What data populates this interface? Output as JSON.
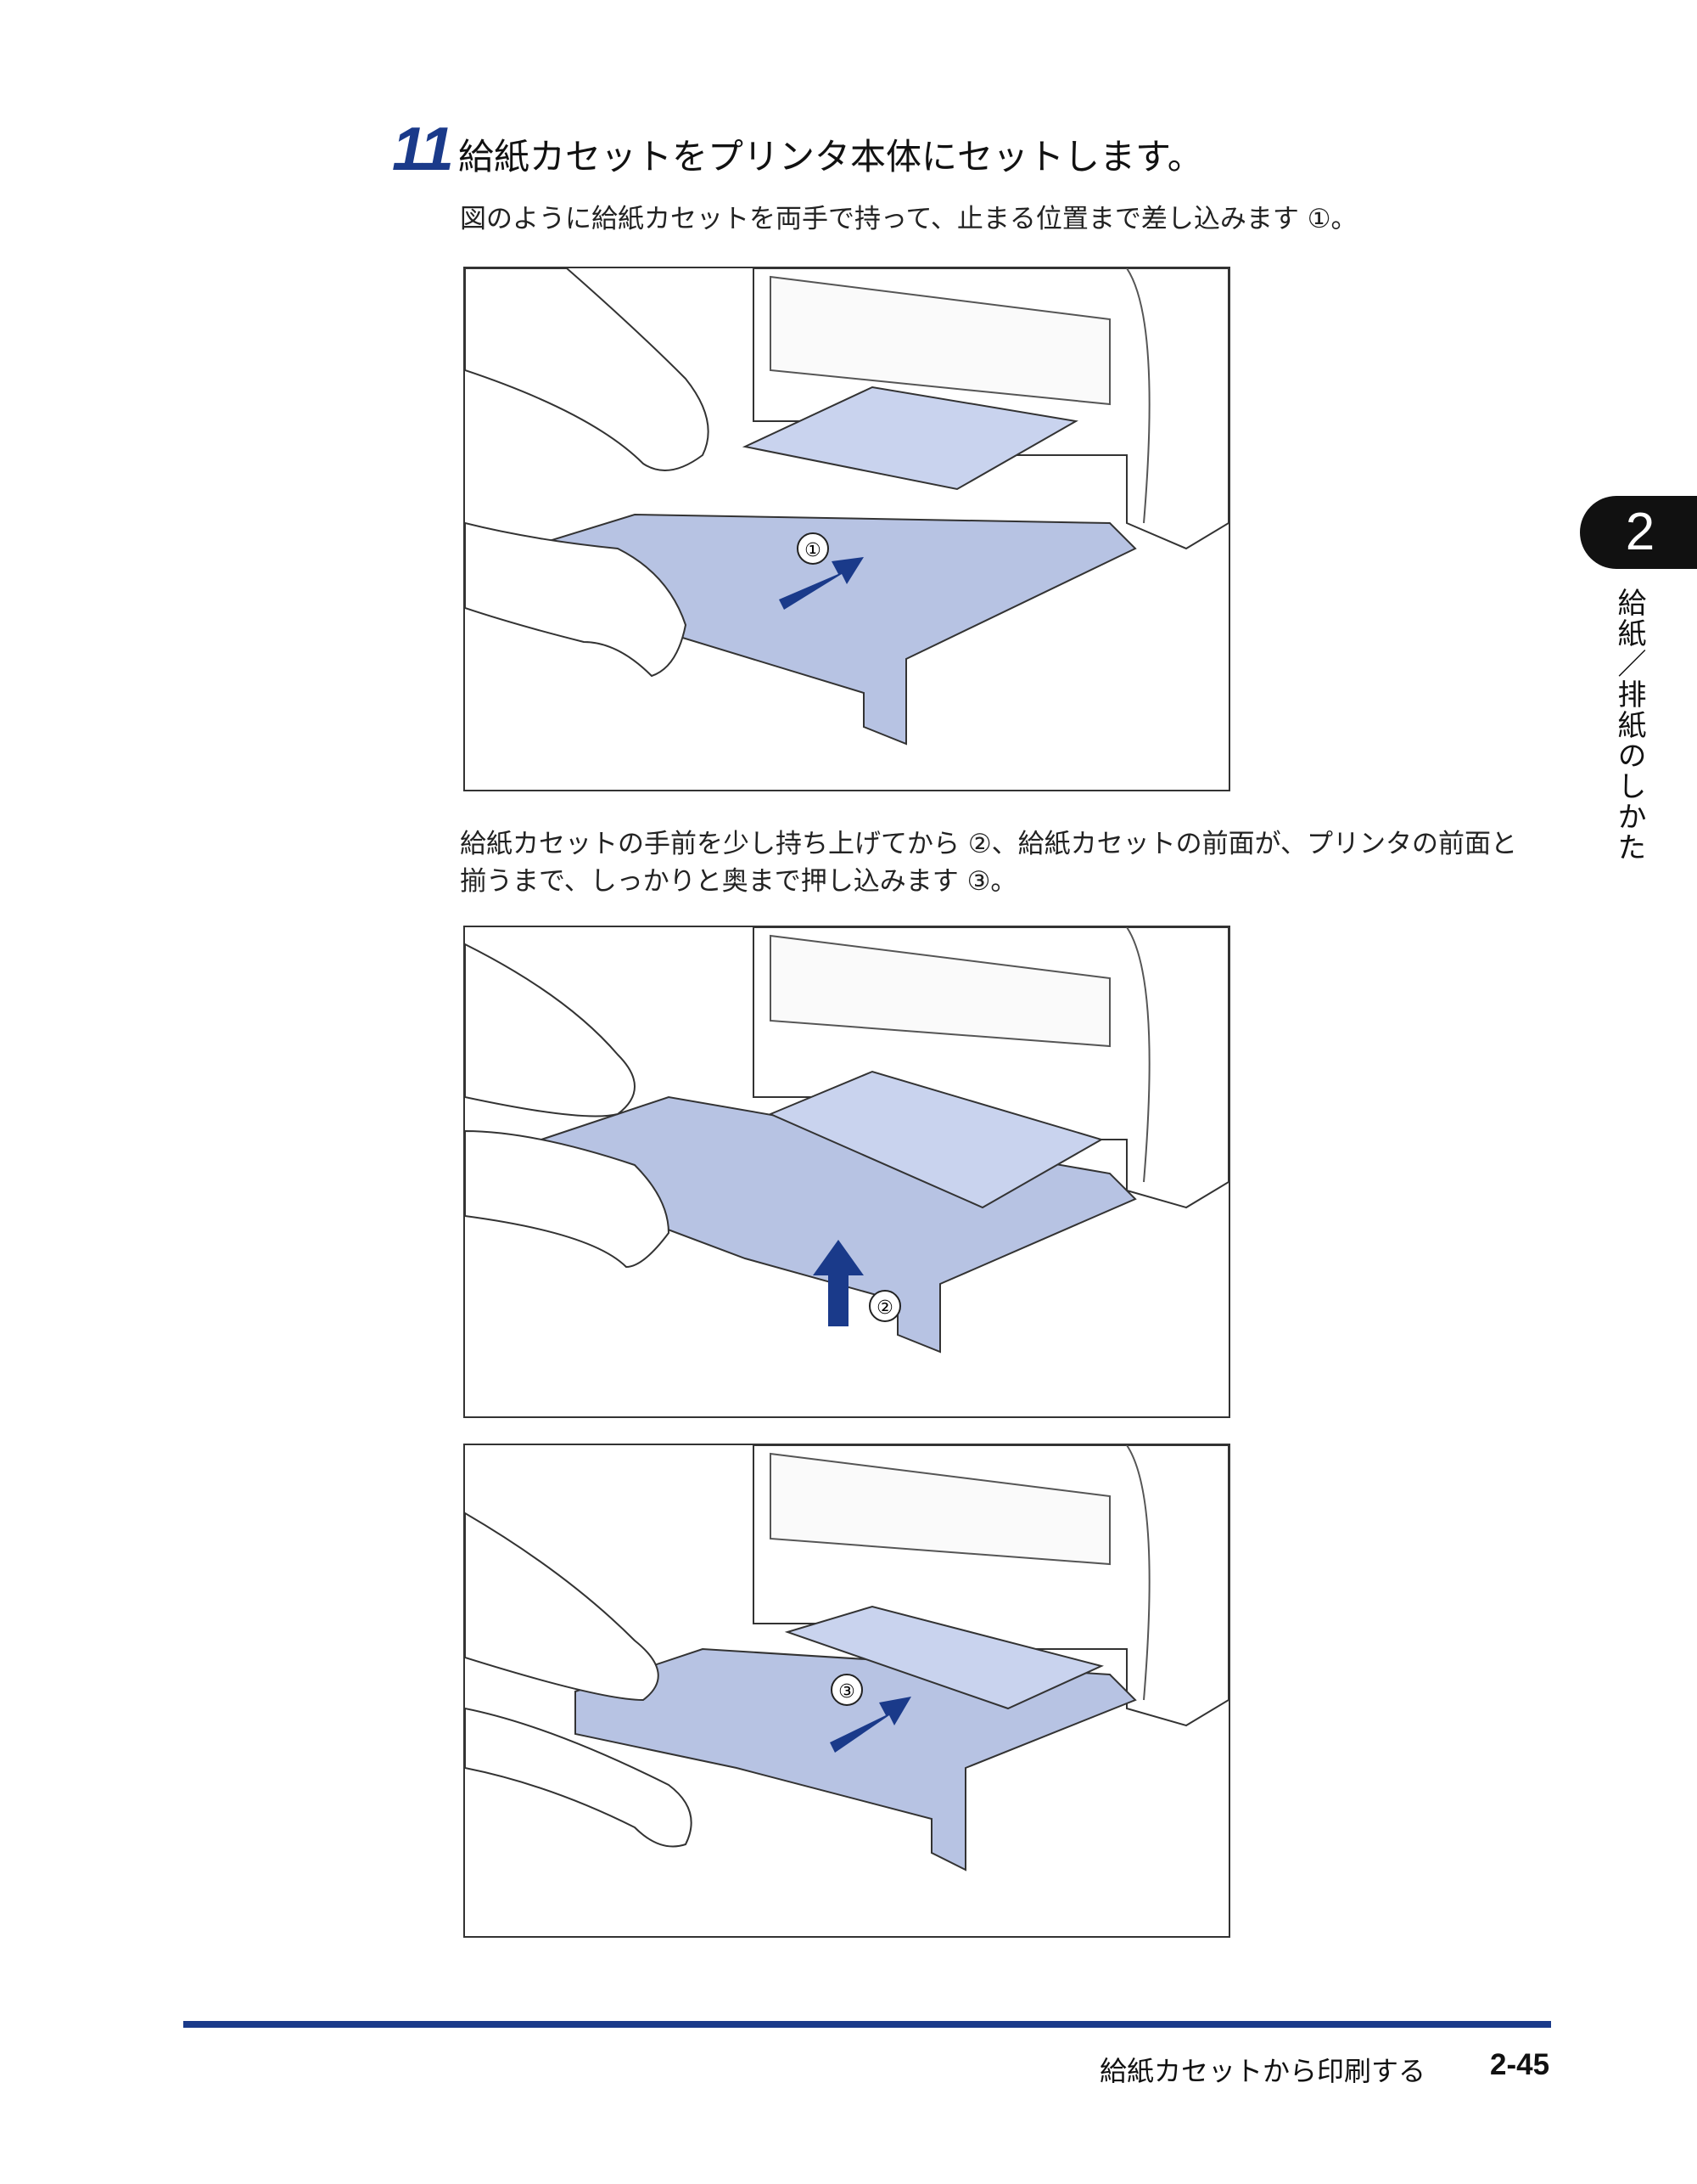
{
  "step": {
    "number": "11",
    "title": "給紙カセットをプリンタ本体にセットします。"
  },
  "paragraphs": [
    "図のように給紙カセットを両手で持って、止まる位置まで差し込みます ①。",
    "給紙カセットの手前を少し持ち上げてから ②、給紙カセットの前面が、プリンタの前面と",
    "揃うまで、しっかりと奥まで押し込みます ③。"
  ],
  "figures": [
    {
      "label": "①",
      "arrow": "push-in"
    },
    {
      "label": "②",
      "arrow": "lift-up"
    },
    {
      "label": "③",
      "arrow": "push-in"
    }
  ],
  "side_tab": {
    "number": "2",
    "chapter": "給紙／排紙のしかた"
  },
  "footer": {
    "section_title": "給紙カセットから印刷する",
    "page": "2-45"
  },
  "colors": {
    "accent": "#1a3a8a",
    "cassette": "#b7c3e3",
    "arrow": "#1a3a8a"
  }
}
